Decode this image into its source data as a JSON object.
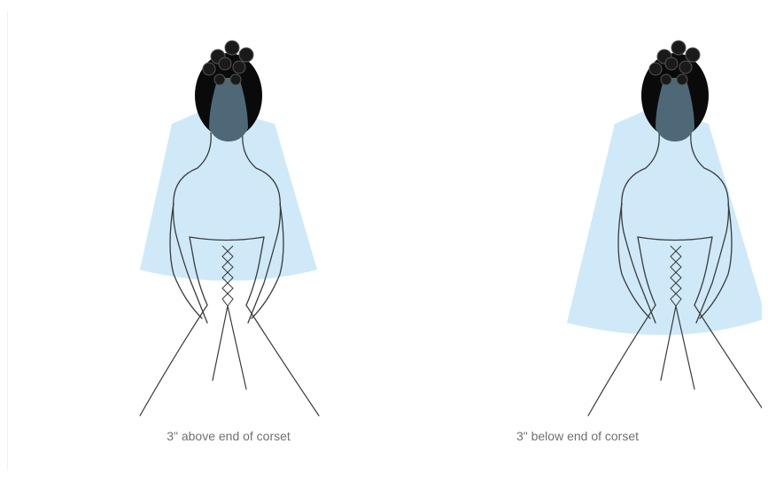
{
  "figures": [
    {
      "caption": "3\" above end of corset",
      "veil_length": "above"
    },
    {
      "caption": "3\" below end of corset",
      "veil_length": "below"
    }
  ],
  "colors": {
    "veil": "#cfe9f8",
    "hair": "#0a0a0a",
    "face_shade": "#4e6878",
    "line": "#3a3a3a",
    "caption": "#707070"
  }
}
